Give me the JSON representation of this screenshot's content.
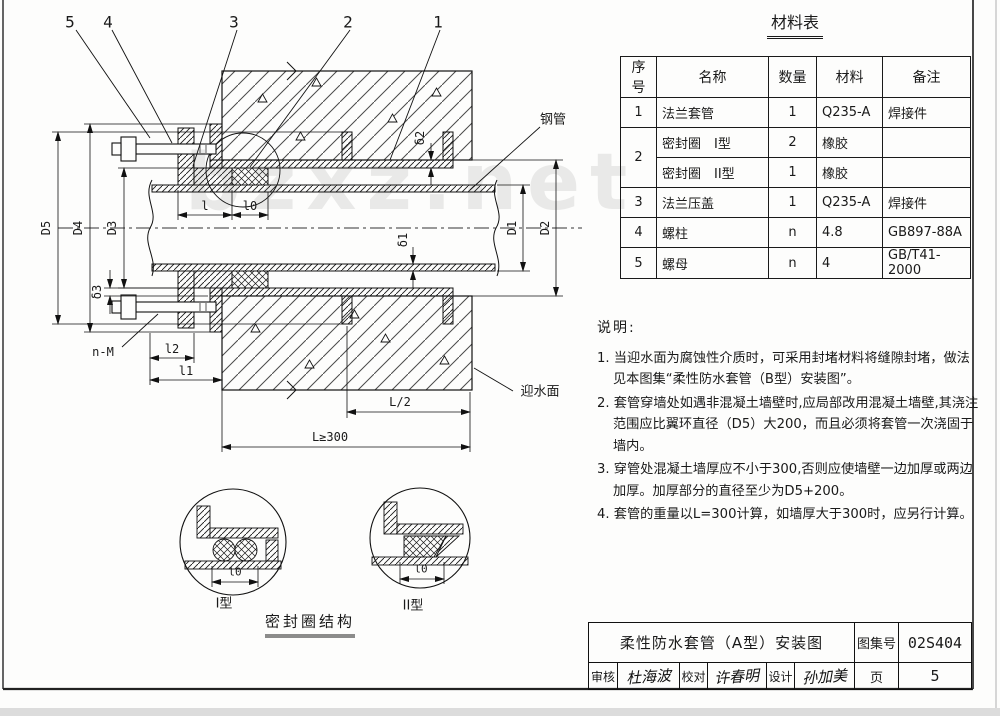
{
  "watermark": "bzxz.net",
  "drawing": {
    "callouts": [
      "5",
      "4",
      "3",
      "2",
      "1"
    ],
    "labels": {
      "steel_pipe": "钢管",
      "water_face": "迎水面",
      "n_m": "n-M"
    },
    "dims": {
      "d5": "D5",
      "d4": "D4",
      "d3": "D3",
      "d1": "D1",
      "d2": "D2",
      "delta1": "δ1",
      "delta2": "δ2",
      "delta3": "δ3",
      "l": "l",
      "l0": "l0",
      "l1": "l1",
      "l2": "l2",
      "l_half": "L/2",
      "l_min": "L≥300"
    },
    "details": {
      "type1": "I型",
      "type2": "II型",
      "dim_l0": "l0",
      "caption": "密封圈结构"
    }
  },
  "materials": {
    "title": "材料表",
    "headers": [
      "序号",
      "名称",
      "数量",
      "材料",
      "备注"
    ],
    "rows": [
      [
        "1",
        "法兰套管",
        "1",
        "Q235-A",
        "焊接件"
      ],
      [
        "2",
        "密封圈　I型",
        "2",
        "橡胶",
        ""
      ],
      [
        "",
        "密封圈　II型",
        "1",
        "橡胶",
        ""
      ],
      [
        "3",
        "法兰压盖",
        "1",
        "Q235-A",
        "焊接件"
      ],
      [
        "4",
        "螺柱",
        "n",
        "4.8",
        "GB897-88A"
      ],
      [
        "5",
        "螺母",
        "n",
        "4",
        "GB/T41-2000"
      ]
    ]
  },
  "notes": {
    "title": "说明:",
    "items": [
      "1. 当迎水面为腐蚀性介质时，可采用封堵材料将缝隙封堵，做法见本图集“柔性防水套管（B型）安装图”。",
      "2. 套管穿墙处如遇非混凝土墙壁时,应局部改用混凝土墙壁,其浇注范围应比翼环直径（D5）大200，而且必须将套管一次浇固于墙内。",
      "3. 穿管处混凝土墙厚应不小于300,否则应使墙壁一边加厚或两边加厚。加厚部分的直径至少为D5+200。",
      "4. 套管的重量以L=300计算，如墙厚大于300时，应另行计算。"
    ]
  },
  "titleblock": {
    "title": "柔性防水套管（A型）安装图",
    "atlas_label": "图集号",
    "atlas_no": "02S404",
    "page_label": "页",
    "page_no": "5",
    "review_label": "审核",
    "review_sig": "杜海波",
    "check_label": "校对",
    "check_sig": "许春明",
    "design_label": "设计",
    "design_sig": "孙加美"
  }
}
